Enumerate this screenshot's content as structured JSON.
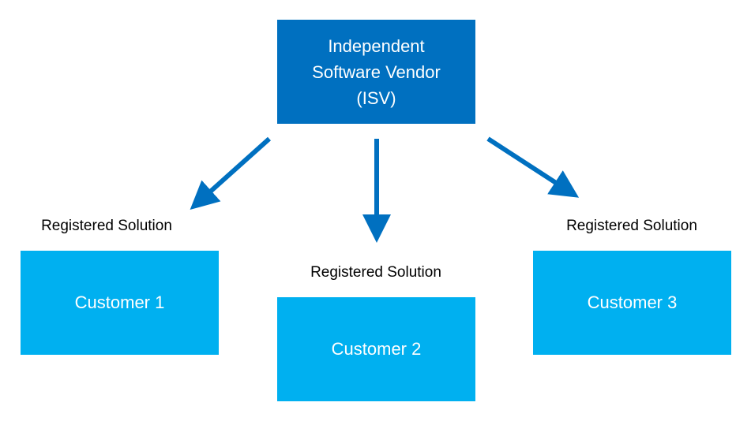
{
  "colors": {
    "isv_box": "#0070c0",
    "customer_box": "#00b0f0",
    "arrow": "#0070c0",
    "label_text": "#000000"
  },
  "isv": {
    "label": "Independent\nSoftware Vendor\n(ISV)"
  },
  "customers": [
    {
      "label": "Customer 1",
      "relation_label": "Registered Solution"
    },
    {
      "label": "Customer 2",
      "relation_label": "Registered Solution"
    },
    {
      "label": "Customer 3",
      "relation_label": "Registered Solution"
    }
  ]
}
